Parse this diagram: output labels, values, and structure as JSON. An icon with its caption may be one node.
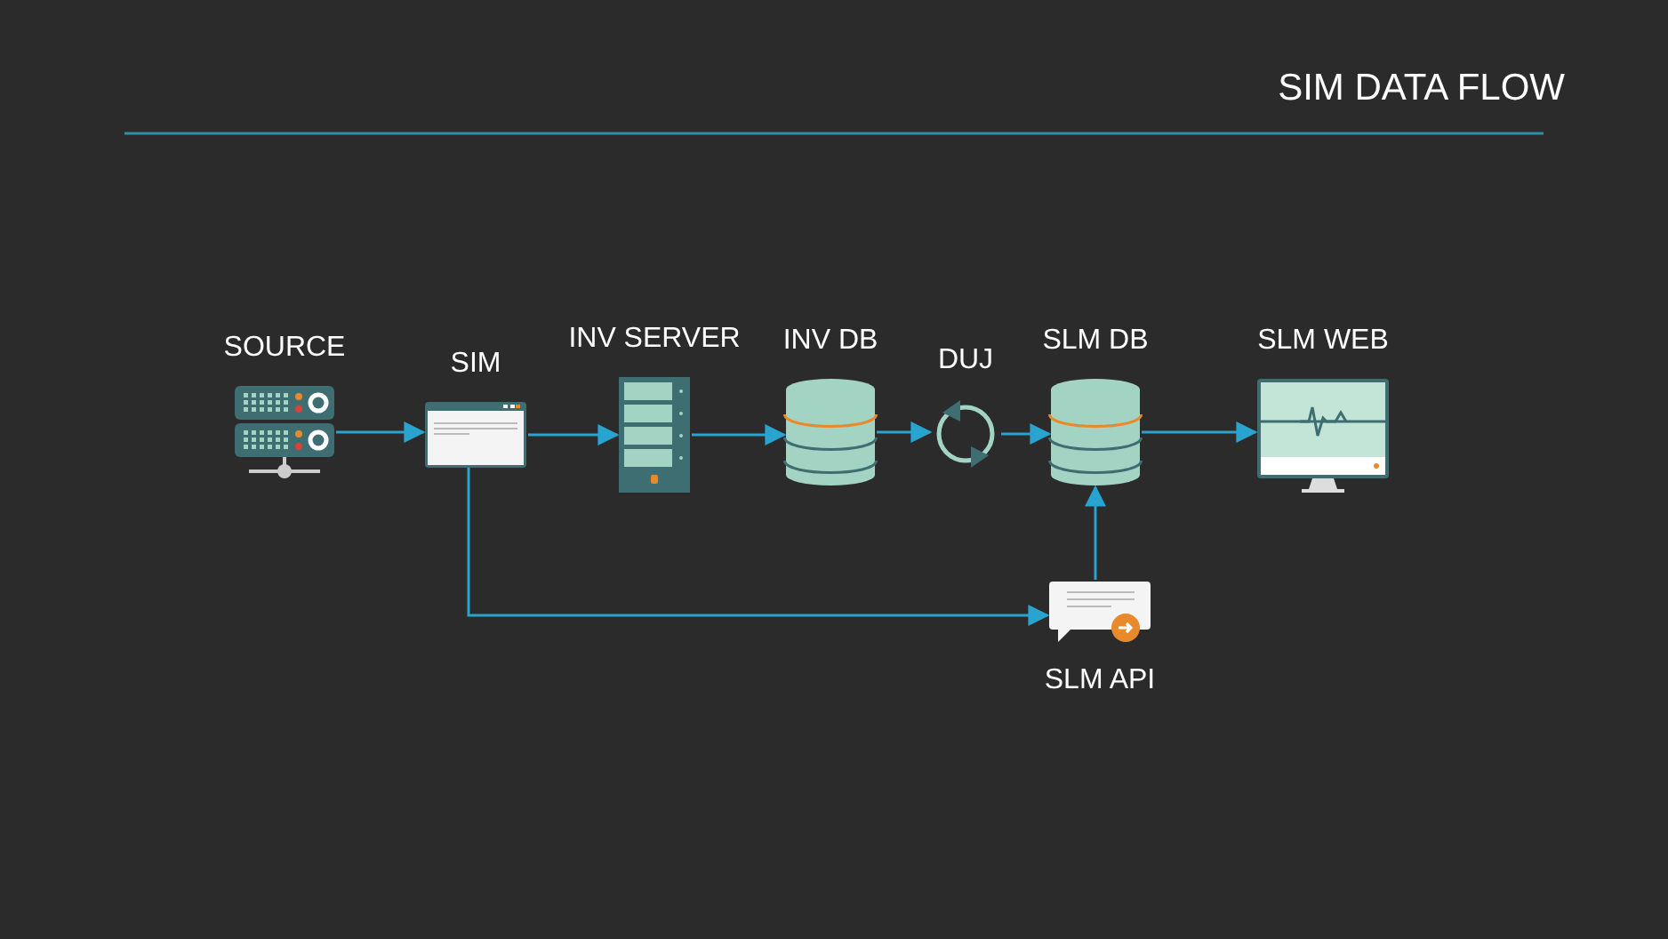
{
  "diagram": {
    "title": "SIM DATA FLOW",
    "nodes": [
      {
        "text": [
          "SOURCE"
        ]
      },
      {
        "text": [
          "SIM"
        ]
      },
      {
        "text": [
          "INV SERVER"
        ]
      },
      {
        "text": [
          "INV DB"
        ]
      },
      {
        "text": [
          "DUJ"
        ]
      },
      {
        "text": [
          "SLM DB"
        ]
      },
      {
        "text": [
          "SLM WEB"
        ]
      },
      {
        "text": [
          "SLM API"
        ]
      }
    ],
    "edges": [
      {
        "from": 0,
        "to": 1,
        "arrow": "to"
      },
      {
        "from": 1,
        "to": 2,
        "arrow": "to"
      },
      {
        "from": 2,
        "to": 3,
        "arrow": "to"
      },
      {
        "from": 3,
        "to": 4,
        "arrow": "to"
      },
      {
        "from": 4,
        "to": 5,
        "arrow": "to"
      },
      {
        "from": 5,
        "to": 6,
        "arrow": "to"
      },
      {
        "from": 1,
        "to": 7,
        "arrow": "to"
      },
      {
        "from": 7,
        "to": 5,
        "arrow": "to"
      }
    ]
  }
}
